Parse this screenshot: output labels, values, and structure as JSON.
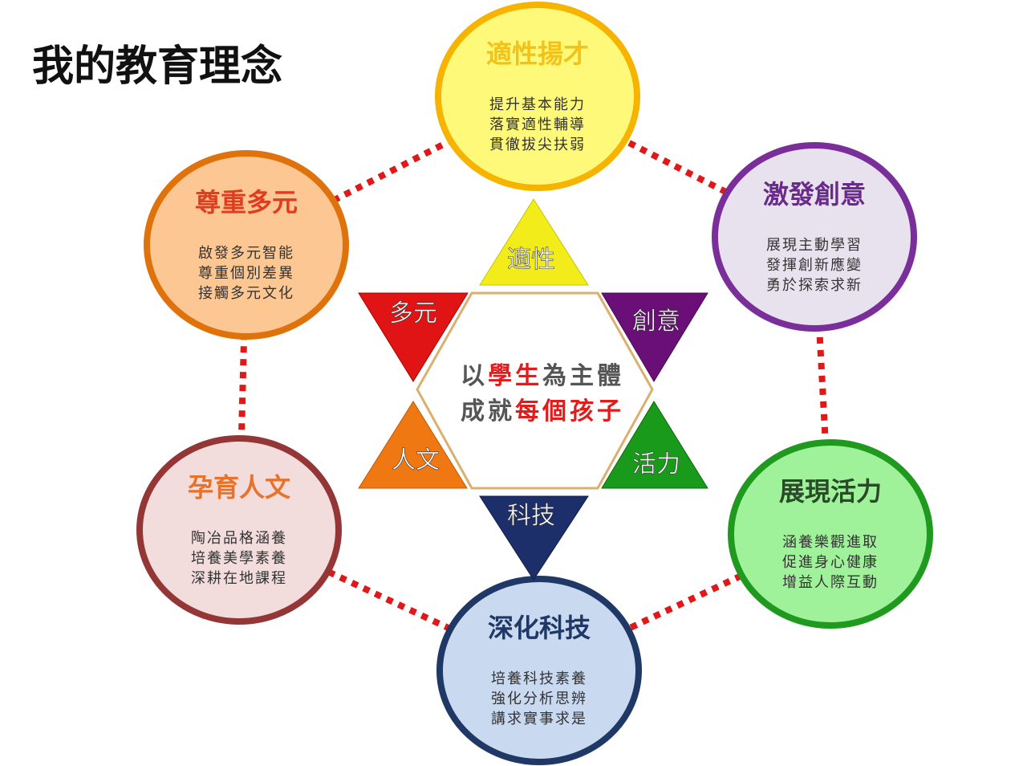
{
  "title": "我的教育理念",
  "center": {
    "line1": [
      {
        "t": "以",
        "c": "#555"
      },
      {
        "t": "學生",
        "c": "#e31b1b"
      },
      {
        "t": "為主體",
        "c": "#555"
      }
    ],
    "line2": [
      {
        "t": "成就",
        "c": "#555"
      },
      {
        "t": "每個孩子",
        "c": "#e31b1b"
      }
    ]
  },
  "triangles": {
    "top": "適性",
    "right_top": "創意",
    "right_bottom": "活力",
    "bottom": "科技",
    "left_bottom": "人文",
    "left_top": "多元"
  },
  "circles": [
    {
      "title": "適性揚才",
      "lines": [
        "提升基本能力",
        "落實適性輔導",
        "貫徹拔尖扶弱"
      ],
      "fill": "#fff97a",
      "stroke": "#f6b400",
      "title_color": "#f3c21a"
    },
    {
      "title": "激發創意",
      "lines": [
        "展現主動學習",
        "發揮創新應變",
        "勇於探索求新"
      ],
      "fill": "#e8e2ef",
      "stroke": "#7a2e9a",
      "title_color": "#6a2a8a"
    },
    {
      "title": "展現活力",
      "lines": [
        "涵養樂觀進取",
        "促進身心健康",
        "增益人際互動"
      ],
      "fill": "#9ff29a",
      "stroke": "#1f9a1f",
      "title_color": "#2a4a2a"
    },
    {
      "title": "深化科技",
      "lines": [
        "培養科技素養",
        "強化分析思辨",
        "講求實事求是"
      ],
      "fill": "#c9d9f0",
      "stroke": "#1f3866",
      "title_color": "#1f3866"
    },
    {
      "title": "孕育人文",
      "lines": [
        "陶冶品格涵養",
        "培養美學素養",
        "深耕在地課程"
      ],
      "fill": "#f2dcdc",
      "stroke": "#943636",
      "title_color": "#e8722a"
    },
    {
      "title": "尊重多元",
      "lines": [
        "啟發多元智能",
        "尊重個別差異",
        "接觸多元文化"
      ],
      "fill": "#fcc793",
      "stroke": "#e0720c",
      "title_color": "#e03c20"
    }
  ]
}
